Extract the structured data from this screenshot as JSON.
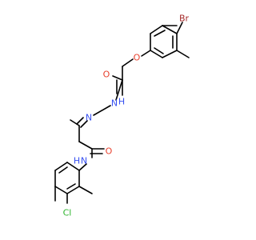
{
  "molecule": {
    "colors": {
      "bond": "#000000",
      "oxygen": "#e8412e",
      "nitrogen": "#3750f0",
      "bromine": "#a52a2a",
      "chlorine": "#2fb52f"
    },
    "atoms": {
      "br": "Br",
      "o_ether": "O",
      "o_amide1": "O",
      "nh_hydrazide": "H",
      "n_hydrazide": "N",
      "n_imine": "N",
      "n_amide2": "N",
      "h_amide2": "H",
      "o_amide2": "O",
      "cl": "Cl"
    }
  }
}
